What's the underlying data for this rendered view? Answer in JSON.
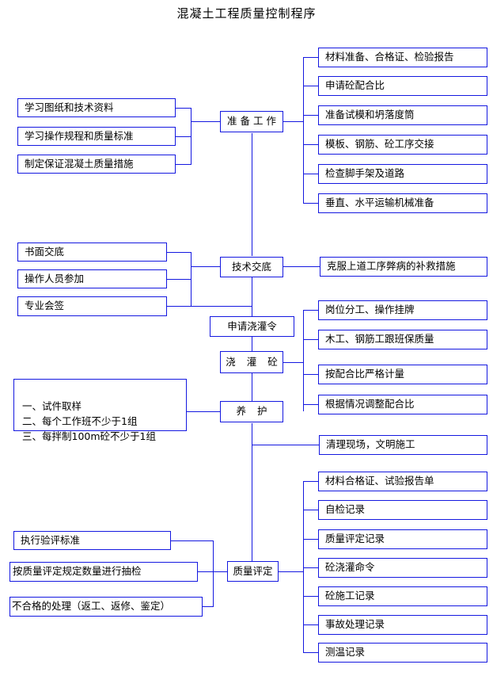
{
  "title": "混凝土工程质量控制程序",
  "theme": {
    "line_color": "#1418e0",
    "box_border": "#1418e0",
    "background": "#ffffff",
    "text_color": "#000000"
  },
  "diagram": {
    "type": "flowchart",
    "orientation": "top-to-bottom spine with left inputs and right outputs",
    "stages": [
      {
        "id": "preparation",
        "node": "准 备 工 作",
        "inputs": [
          "学习图纸和技术资料",
          "学习操作规程和质量标准",
          "制定保证混凝土质量措施"
        ],
        "outputs": [
          "材料准备、合格证、检验报告",
          "申请砼配合比",
          "准备试模和坍落度筒",
          "模板、钢筋、砼工序交接",
          "检查脚手架及道路",
          "垂直、水平运输机械准备"
        ]
      },
      {
        "id": "technical-disclosure",
        "node": "技术交底",
        "inputs": [
          "书面交底",
          "操作人员参加",
          "专业会签"
        ],
        "outputs": [
          "克服上道工序弊病的补救措施"
        ]
      },
      {
        "id": "pour-permit",
        "node": "申请浇灌令",
        "inputs": [],
        "outputs": []
      },
      {
        "id": "pour-concrete",
        "node": "浇 灌 砼",
        "inputs": [],
        "outputs": [
          "岗位分工、操作挂牌",
          "木工、钢筋工跟班保质量",
          "按配合比严格计量",
          "根据情况调整配合比"
        ]
      },
      {
        "id": "curing",
        "node": "养 护",
        "inputs": [
          "一、试件取样\n二、每个工作班不少于1组\n三、每拌制100m砼不少于1组"
        ],
        "outputs": [
          "清理现场，文明施工"
        ]
      },
      {
        "id": "quality-assessment",
        "node": "质量评定",
        "inputs": [
          "执行验评标准",
          "按质量评定规定数量进行抽检",
          "不合格的处理（返工、返修、鉴定）"
        ],
        "outputs": [
          "材料合格证、试验报告单",
          "自检记录",
          "质量评定记录",
          "砼浇灌命令",
          "砼施工记录",
          "事故处理记录",
          "测温记录"
        ]
      }
    ]
  }
}
